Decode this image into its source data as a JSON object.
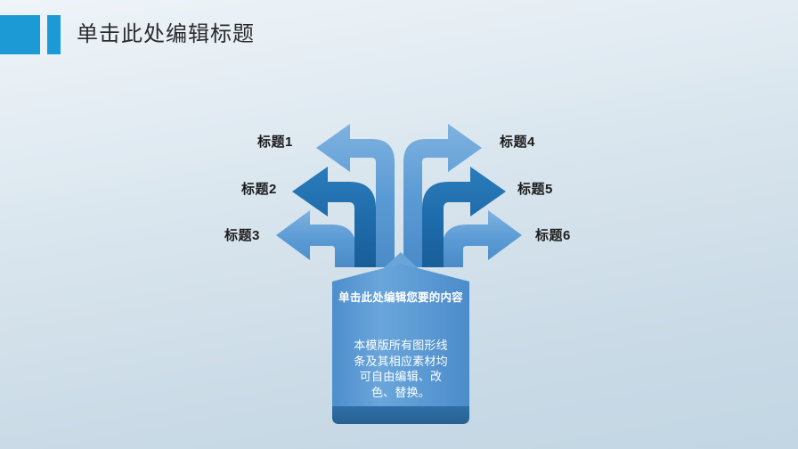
{
  "header": {
    "title": "单击此处编辑标题",
    "accent_color": "#1b9ad6"
  },
  "diagram": {
    "type": "six-branch-arrow-diagram",
    "colors": {
      "light_arrow": "#5b9bd5",
      "dark_arrow": "#1f6cab",
      "trunk": "#5b9bd5",
      "panel": "#5b9bd5",
      "panel_foot": "#2f6fa8"
    },
    "left_labels": [
      {
        "text": "标题1"
      },
      {
        "text": "标题2"
      },
      {
        "text": "标题3"
      }
    ],
    "right_labels": [
      {
        "text": "标题4"
      },
      {
        "text": "标题5"
      },
      {
        "text": "标题6"
      }
    ],
    "center": {
      "heading": "单击此处编辑您要的内容",
      "body": "本模版所有图形线条及其相应素材均可自由编辑、改色、替换。"
    }
  }
}
